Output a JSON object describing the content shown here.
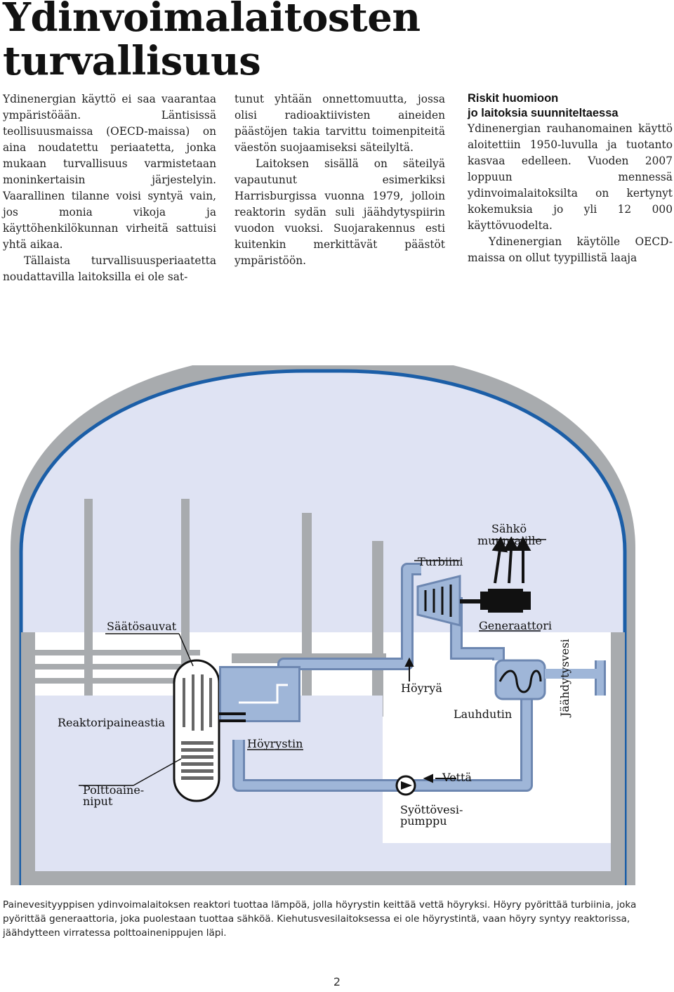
{
  "title": {
    "line1": "Ydinvoimalaitosten",
    "line2": "turvallisuus"
  },
  "column1": {
    "p1": "Ydinenergian käyttö ei saa vaarantaa ympäristöään. Läntisissä teollisuusmaissa (OECD-maissa) on aina noudatettu periaatetta, jonka mukaan turvallisuus varmistetaan moninkertaisin järjestelyin. Vaarallinen tilanne voisi syntyä vain, jos monia vikoja ja käyttöhenkilökunnan virheitä sattuisi yhtä aikaa.",
    "p2": "Tällaista turvallisuusperiaatetta noudattavilla laitoksilla ei ole sat-"
  },
  "column2": {
    "p1": "tunut yhtään onnettomuutta, jossa olisi radioaktiivisten aineiden päästöjen takia tarvittu toimenpiteitä väestön suojaamiseksi säteilyltä.",
    "p2": "Laitoksen sisällä on säteilyä vapautunut esimerkiksi Harrisburgissa vuonna 1979, jolloin reaktorin sydän suli jäähdytyspiirin vuodon vuoksi. Suojarakennus esti kuitenkin merkittävät päästöt ympäristöön."
  },
  "column3": {
    "heading_line1": "Riskit huomioon",
    "heading_line2": "jo laitoksia suunniteltaessa",
    "p1": "Ydinenergian rauhanomainen käyttö aloitettiin 1950-luvulla ja tuotanto kasvaa edelleen. Vuoden 2007 loppuun mennessä ydinvoimalaitoksilta on kertynyt kokemuksia jo yli 12 000 käyttövuodelta.",
    "p2": "Ydinenergian käytölle OECD-maissa on ollut tyypillistä laaja"
  },
  "diagram": {
    "labels": {
      "sahko_line1": "Sähkö",
      "sahko_line2": "muuntajille",
      "turbiini": "Turbiini",
      "saatosauvat": "Säätösauvat",
      "generaattori": "Generaattori",
      "jaahdytysvesi": "Jäähdytysvesi",
      "hoyrya": "Höyryä",
      "reaktoripaineastia": "Reaktoripaineastia",
      "lauhdutin": "Lauhdutin",
      "hoyrystin": "Höyrystin",
      "vetta": "Vettä",
      "polttoaine_line1": "Polttoaine-",
      "polttoaine_line2": "niput",
      "syottovesi_line1": "Syöttövesi-",
      "syottovesi_line2": "pumppu"
    },
    "colors": {
      "containment_gray": "#a8abae",
      "interior_fill": "#dfe3f3",
      "steel_blue_liner": "#1b5ea7",
      "pipe_light_blue": "#9fb6d8",
      "pipe_stroke": "#6d87b1",
      "dark_parts": "#111111"
    }
  },
  "caption": "Painevesityyppisen ydinvoimalaitoksen reaktori tuottaa lämpöä, jolla höyrystin keittää vettä höyryksi. Höyry pyörittää turbiinia, joka pyörittää generaattoria, joka puolestaan tuottaa sähköä. Kiehutusvesilaitoksessa ei ole höyrystintä, vaan höyry syntyy reaktorissa, jäähdytteen virratessa polttoainenippujen läpi.",
  "page_number": "2"
}
